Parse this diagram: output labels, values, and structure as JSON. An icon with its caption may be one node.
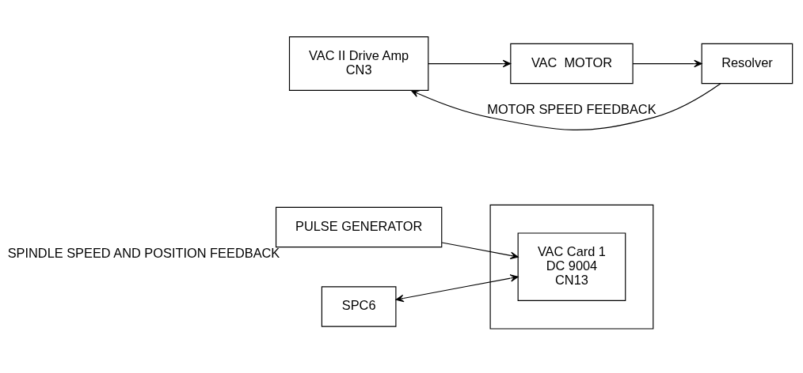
{
  "diagram": {
    "nodes": [
      {
        "text": [],
        "shape": "box"
      },
      {
        "text": [
          "VAC Card 1",
          "DC 9004",
          "CN13"
        ],
        "in": 0
      },
      {
        "text": [
          "PULSE GENERATOR"
        ],
        "beside": [
          "SPINDLE SPEED AND POSITION FEEDBACK"
        ]
      },
      {
        "text": [
          "SPC6"
        ]
      },
      {
        "text": [
          "VAC II Drive Amp",
          "CN3"
        ]
      },
      {
        "text": [
          "VAC  MOTOR"
        ]
      },
      {
        "text": [
          "Resolver"
        ]
      }
    ],
    "edges": [
      {
        "from": 3,
        "to": 1,
        "arrow": "both"
      },
      {
        "from": 2,
        "to": 1,
        "arrow": "to"
      },
      {
        "from": 4,
        "to": 5,
        "arrow": "to"
      },
      {
        "from": 5,
        "to": 6,
        "arrow": "to"
      },
      {
        "from": 6,
        "to": 4,
        "arrow": "to",
        "label": "MOTOR SPEED FEEDBACK"
      }
    ]
  }
}
